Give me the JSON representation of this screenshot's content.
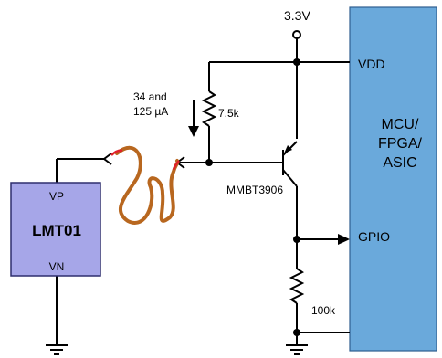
{
  "supply_label": "3.3V",
  "mcu": {
    "name_lines": [
      "MCU/",
      "FPGA/",
      "ASIC"
    ],
    "pin_vdd": "VDD",
    "pin_gpio": "GPIO",
    "color": "#6aa9db"
  },
  "current_label": [
    "34 and",
    "125 µA"
  ],
  "resistor_top": "7.5k",
  "resistor_bottom": "100k",
  "transistor": "MMBT3906",
  "sensor": {
    "name": "LMT01",
    "pin_top": "VP",
    "pin_bottom": "VN",
    "color": "#a6a6e8"
  },
  "cable_color": "#b8671f",
  "cable_tip_color": "#e0202a"
}
